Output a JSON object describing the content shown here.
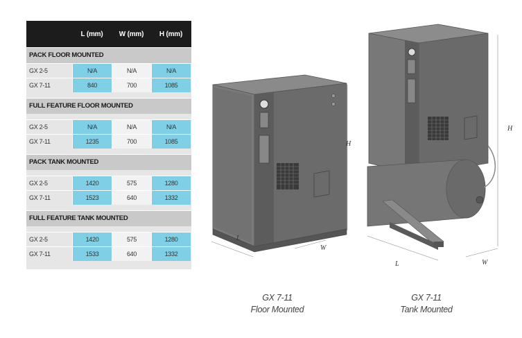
{
  "table": {
    "headers": [
      "",
      "L (mm)",
      "W (mm)",
      "H (mm)"
    ],
    "sections": [
      {
        "title": "PACK FLOOR MOUNTED",
        "rows": [
          {
            "model": "GX 2-5",
            "l": "N/A",
            "w": "N/A",
            "h": "N/A"
          },
          {
            "model": "GX 7-11",
            "l": "840",
            "w": "700",
            "h": "1085"
          }
        ]
      },
      {
        "title": "FULL FEATURE FLOOR MOUNTED",
        "rows": [
          {
            "model": "GX 2-5",
            "l": "N/A",
            "w": "N/A",
            "h": "N/A"
          },
          {
            "model": "GX 7-11",
            "l": "1235",
            "w": "700",
            "h": "1085"
          }
        ]
      },
      {
        "title": "PACK TANK MOUNTED",
        "rows": [
          {
            "model": "GX 2-5",
            "l": "1420",
            "w": "575",
            "h": "1280"
          },
          {
            "model": "GX 7-11",
            "l": "1523",
            "w": "640",
            "h": "1332"
          }
        ]
      },
      {
        "title": "FULL FEATURE TANK MOUNTED",
        "rows": [
          {
            "model": "GX 2-5",
            "l": "1420",
            "w": "575",
            "h": "1280"
          },
          {
            "model": "GX 7-11",
            "l": "1533",
            "w": "640",
            "h": "1332"
          }
        ]
      }
    ]
  },
  "floor_unit": {
    "caption_line1": "GX 7-11",
    "caption_line2": "Floor Mounted",
    "dim_h": "H",
    "dim_l": "L",
    "dim_w": "W"
  },
  "tank_unit": {
    "caption_line1": "GX 7-11",
    "caption_line2": "Tank Mounted",
    "dim_h": "H",
    "dim_l": "L",
    "dim_w": "W"
  },
  "colors": {
    "header_bg": "#1c1c1c",
    "highlight": "#7fd0e6",
    "section_bg": "#c9c9c9",
    "machine_body": "#6e6e6e"
  }
}
